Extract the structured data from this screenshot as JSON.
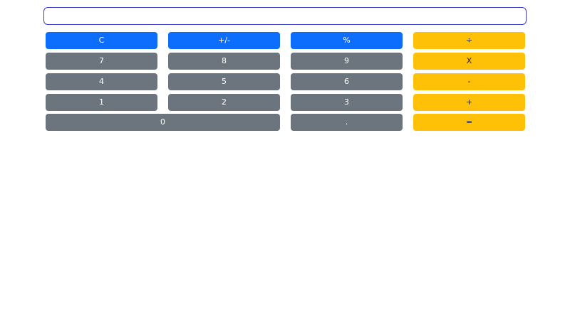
{
  "display": {
    "value": "",
    "placeholder": ""
  },
  "keys": {
    "clear": "C",
    "sign": "+/-",
    "percent": "%",
    "divide": "÷",
    "seven": "7",
    "eight": "8",
    "nine": "9",
    "multiply": "X",
    "four": "4",
    "five": "5",
    "six": "6",
    "subtract": "-",
    "one": "1",
    "two": "2",
    "three": "3",
    "add": "+",
    "zero": "0",
    "decimal": ".",
    "equals": "="
  },
  "colors": {
    "function_keys": "#0d6efd",
    "digit_keys": "#6c757d",
    "operator_keys": "#ffc107",
    "display_border": "#3d40c4"
  }
}
